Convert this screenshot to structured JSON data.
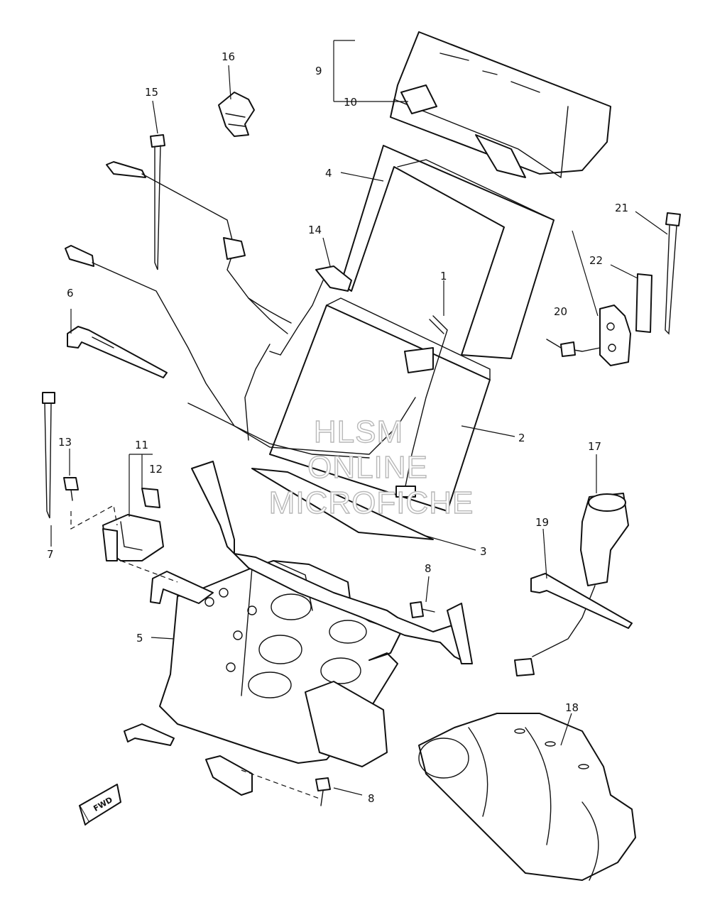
{
  "diagram": {
    "watermark": [
      "HLSM",
      "ONLINE",
      "MICROFICHE"
    ],
    "fwd_label": "FWD",
    "callouts": {
      "c1": "1",
      "c2": "2",
      "c3": "3",
      "c4": "4",
      "c5": "5",
      "c6": "6",
      "c7": "7",
      "c8a": "8",
      "c8b": "8",
      "c9": "9",
      "c10": "10",
      "c11": "11",
      "c12": "12",
      "c13": "13",
      "c14": "14",
      "c15": "15",
      "c16": "16",
      "c17": "17",
      "c18": "18",
      "c19": "19",
      "c20": "20",
      "c21": "21",
      "c22": "22"
    }
  }
}
